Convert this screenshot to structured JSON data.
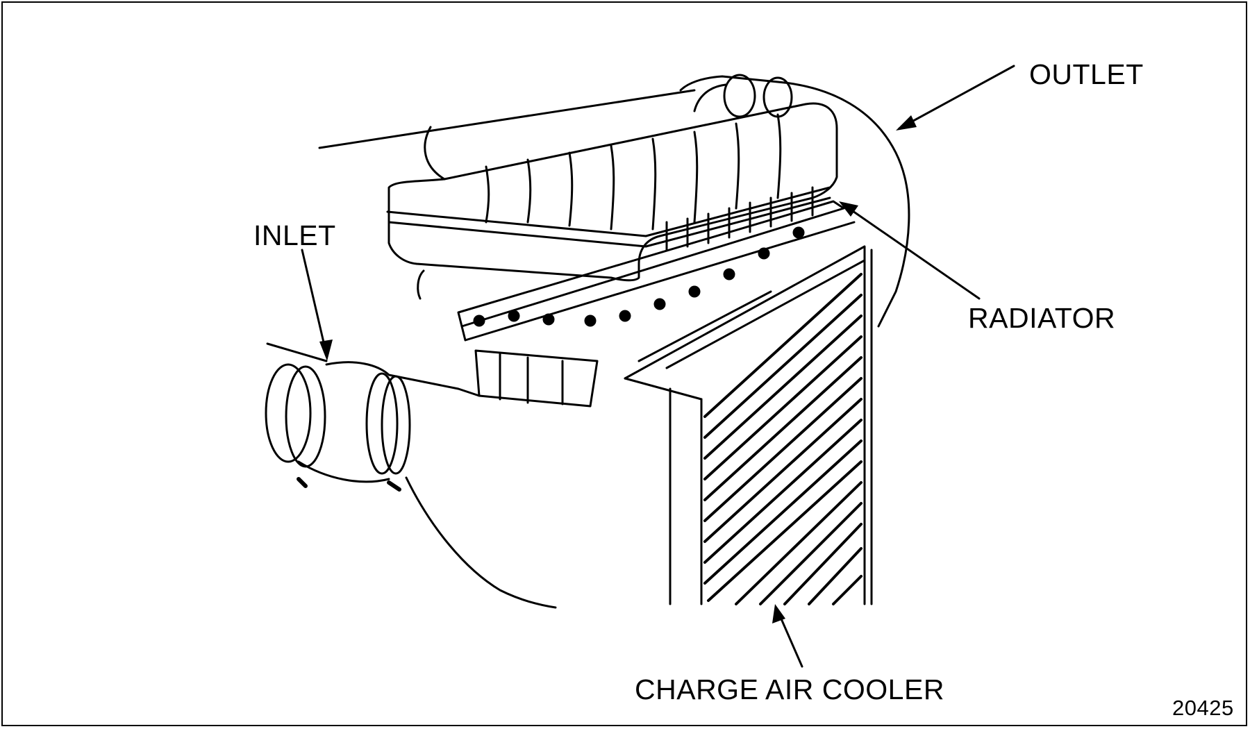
{
  "labels": {
    "outlet": "OUTLET",
    "inlet": "INLET",
    "radiator": "RADIATOR",
    "charge_air_cooler": "CHARGE AIR COOLER"
  },
  "figure_number": "20425"
}
